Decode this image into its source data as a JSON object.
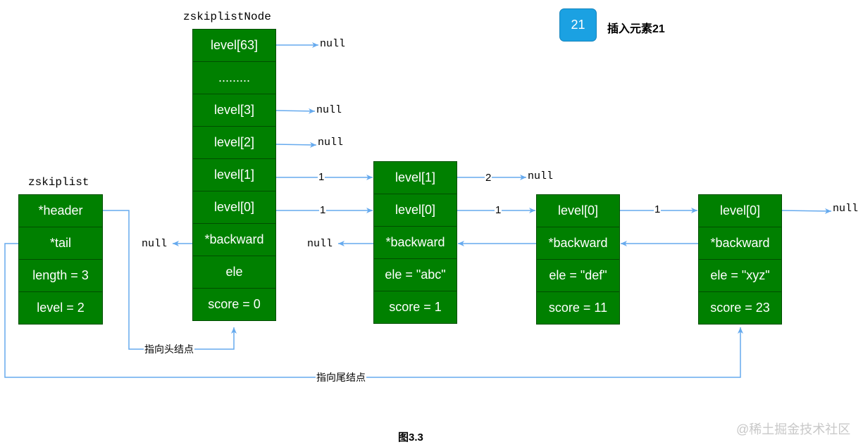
{
  "zskiplist": {
    "title": "zskiplist",
    "cells": [
      "*header",
      "*tail",
      "length = 3",
      "level = 2"
    ]
  },
  "header_node": {
    "title": "zskiplistNode",
    "cells": [
      "level[63]",
      ".........",
      "level[3]",
      "level[2]",
      "level[1]",
      "level[0]",
      "*backward",
      "ele",
      "score = 0"
    ]
  },
  "node_abc": {
    "cells": [
      "level[1]",
      "level[0]",
      "*backward",
      "ele = \"abc\"",
      "score = 1"
    ]
  },
  "node_def": {
    "cells": [
      "level[0]",
      "*backward",
      "ele = \"def\"",
      "score = 11"
    ]
  },
  "node_xyz": {
    "cells": [
      "level[0]",
      "*backward",
      "ele = \"xyz\"",
      "score = 23"
    ]
  },
  "null_label": "null",
  "span_labels": {
    "header_l1": "1",
    "header_l0": "1",
    "abc_l1": "2",
    "abc_l0": "1",
    "def_l0": "1"
  },
  "edge_labels": {
    "to_head": "指向头结点",
    "to_tail": "指向尾结点"
  },
  "insert_badge": {
    "value": "21",
    "caption": "插入元素21"
  },
  "figure_caption": "图3.3",
  "watermark": "@稀土掘金技术社区",
  "colors": {
    "node_fill": "#008000",
    "node_text": "#ffffff",
    "edge": "#66aaee",
    "badge": "#1ba1e2"
  }
}
